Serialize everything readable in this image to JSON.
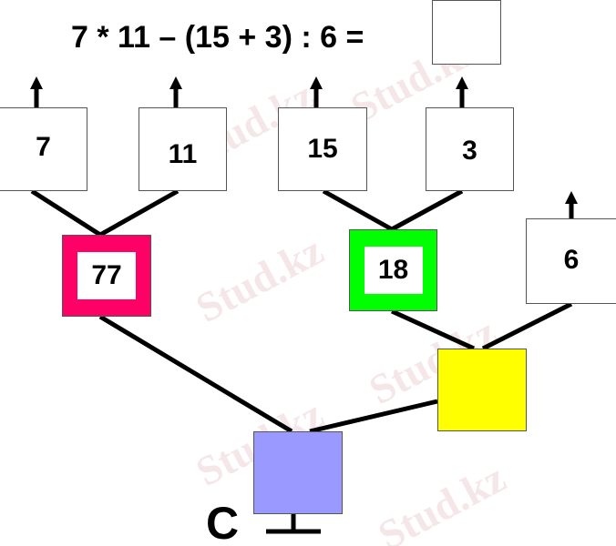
{
  "equation": "7 * 11 – (15 + 3) : 6 =",
  "answer": "",
  "boxes": {
    "a": "7",
    "b": "11",
    "c": "15",
    "d": "3",
    "e": "6",
    "product": "77",
    "sum": "18",
    "quotient": "",
    "result": ""
  },
  "result_label": "C",
  "watermark": "Stud.kz",
  "colors": {
    "product": "#ff0066",
    "sum": "#00ff00",
    "quotient": "#ffff00",
    "result": "#9999ff"
  }
}
